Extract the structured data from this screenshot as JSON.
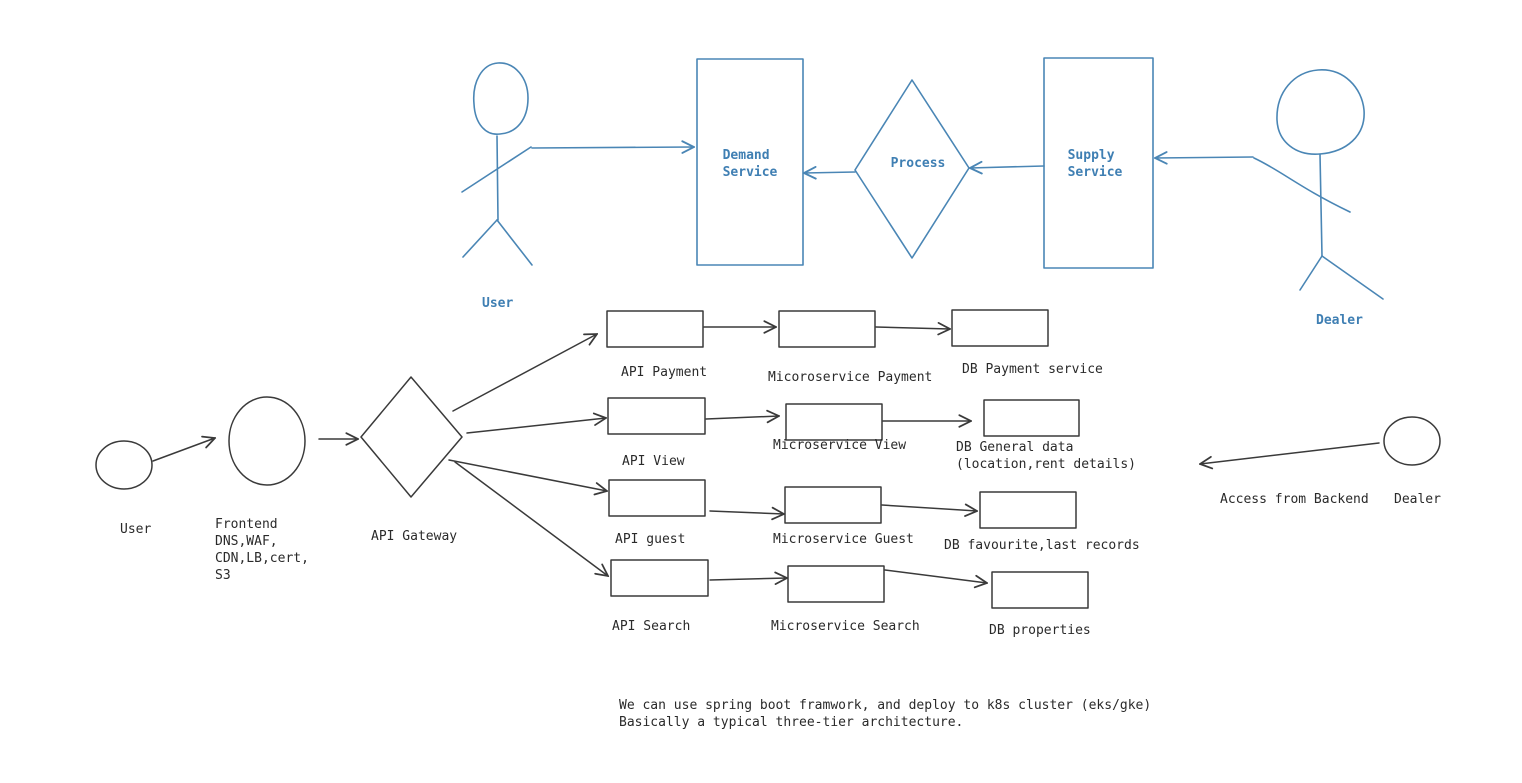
{
  "colors": {
    "accent": "#4a86b5",
    "ink": "#3a3a3a",
    "background": "#ffffff"
  },
  "top_flow": {
    "user_label": "User",
    "demand_service": [
      "Demand",
      "Service"
    ],
    "process": "Process",
    "supply_service": [
      "Supply",
      "Service"
    ],
    "dealer_label": "Dealer"
  },
  "bottom_flow": {
    "user_label": "User",
    "frontend": [
      "Frontend",
      "DNS,WAF,",
      "CDN,LB,cert,",
      "S3"
    ],
    "api_gateway": "API Gateway",
    "rows": [
      {
        "api": "API Payment",
        "microservice": "Micoroservice Payment",
        "db": [
          "DB Payment service"
        ]
      },
      {
        "api": "API View",
        "microservice": "Microservice View",
        "db": [
          "DB General data",
          "(location,rent details)"
        ]
      },
      {
        "api": "API guest",
        "microservice": "Microservice Guest",
        "db": [
          "DB favourite,last records"
        ]
      },
      {
        "api": "API Search",
        "microservice": "Microservice Search",
        "db": [
          "DB properties"
        ]
      }
    ],
    "dealer_access": "Access from Backend",
    "dealer_label": "Dealer"
  },
  "notes": [
    "We can use spring boot framwork, and deploy to k8s cluster (eks/gke)",
    "Basically a typical three-tier architecture."
  ]
}
